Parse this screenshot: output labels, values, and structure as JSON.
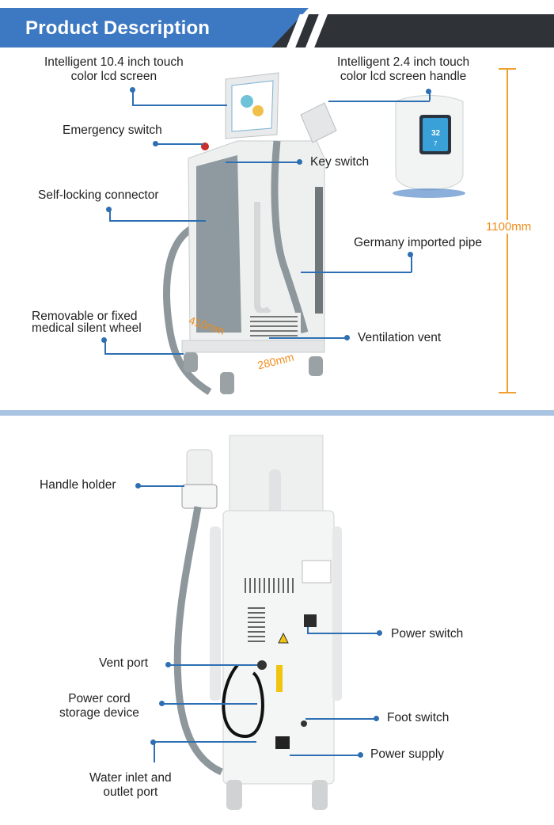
{
  "header": {
    "title": "Product Description"
  },
  "top": {
    "labels": {
      "screen10": "Intelligent 10.4 inch touch\ncolor lcd screen",
      "emergency": "Emergency switch",
      "locking": "Self-locking connector",
      "wheel": "Removable or fixed\nmedical silent wheel",
      "handle_screen": "Intelligent 2.4 inch touch\ncolor lcd screen handle",
      "key": "Key switch",
      "pipe": "Germany imported pipe",
      "vent": "Ventilation vent"
    },
    "dimensions": {
      "height": "1100mm",
      "width": "410mm",
      "depth": "280mm"
    },
    "handle_display": {
      "value": "32",
      "sub": "7"
    }
  },
  "bottom": {
    "labels": {
      "handle_holder": "Handle holder",
      "power_switch": "Power switch",
      "vent_port": "Vent port",
      "cord": "Power cord\nstorage device",
      "foot": "Foot switch",
      "supply": "Power supply",
      "water": "Water inlet and\noutlet port"
    }
  },
  "colors": {
    "accent": "#3d79c2",
    "dark": "#2f3338",
    "line": "#2e6fb3",
    "dimension": "#f0a030"
  }
}
